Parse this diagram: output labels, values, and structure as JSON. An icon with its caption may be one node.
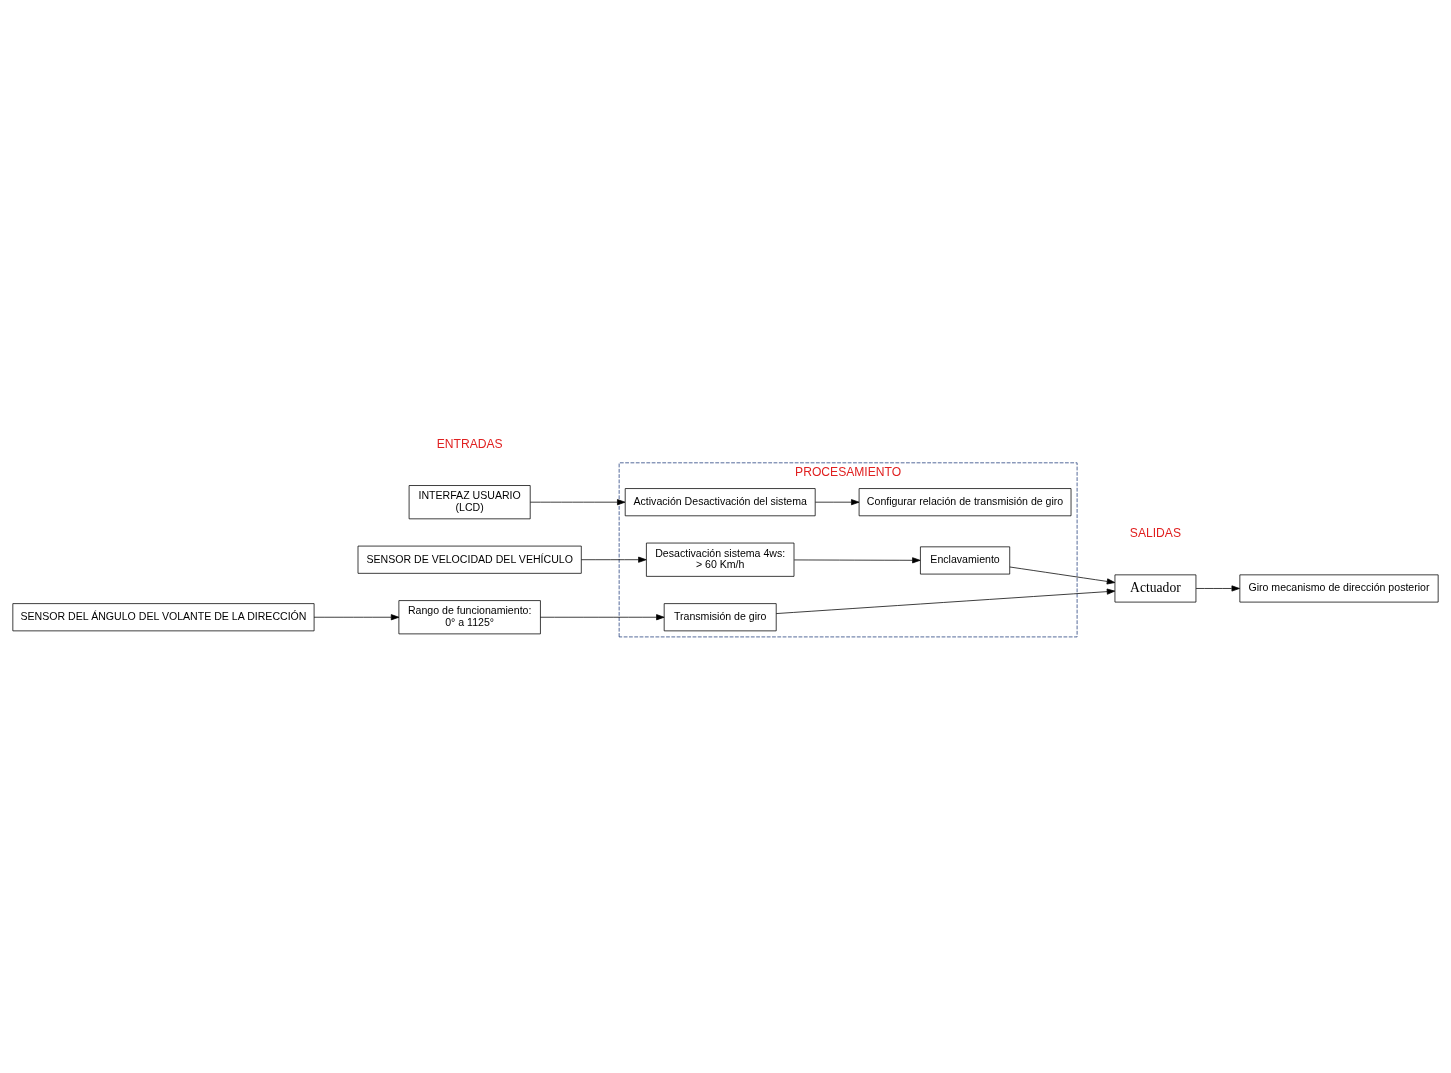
{
  "diagram": {
    "nodes": [
      {
        "text": [
          "PROCESAMIENTO"
        ]
      },
      {
        "text": [
          "INTERFAZ USUARIO",
          "(LCD)"
        ]
      },
      {
        "text": [
          "Activación Desactivación del sistema"
        ],
        "in": 0
      },
      {
        "text": [
          "Configurar relación de transmisión de giro"
        ],
        "in": 0
      },
      {
        "text": [
          "SENSOR DEL ÁNGULO DEL VOLANTE DE LA DIRECCIÓN"
        ]
      },
      {
        "text": [
          "Rango de funcionamiento:",
          "0° a 1125°"
        ]
      },
      {
        "text": [
          "Transmisión de giro"
        ],
        "in": 0
      },
      {
        "text": [
          "Actuador"
        ]
      },
      {
        "text": [
          "Enclavamiento"
        ],
        "in": 0
      },
      {
        "text": [
          "SENSOR DE VELOCIDAD DEL VEHÍCULO"
        ]
      },
      {
        "text": [
          "Desactivación sistema 4ws:",
          "> 60 Km/h"
        ],
        "in": 0
      },
      {
        "text": [
          "Giro mecanismo de dirección posterior"
        ]
      }
    ],
    "edges": [
      {
        "from": 1,
        "to": 2,
        "arrow": "to"
      },
      {
        "from": 2,
        "to": 3,
        "arrow": "to"
      },
      {
        "from": 4,
        "to": 5,
        "arrow": "to"
      },
      {
        "from": 5,
        "to": 6,
        "arrow": "to"
      },
      {
        "from": 6,
        "to": 7,
        "arrow": "to"
      },
      {
        "from": 8,
        "to": 7,
        "arrow": "to"
      },
      {
        "from": 10,
        "to": 8,
        "arrow": "to"
      },
      {
        "from": 9,
        "to": 10,
        "arrow": "to"
      },
      {
        "from": 7,
        "to": 11,
        "arrow": "to"
      }
    ],
    "labels": [
      "ENTRADAS",
      "SALIDAS"
    ]
  }
}
